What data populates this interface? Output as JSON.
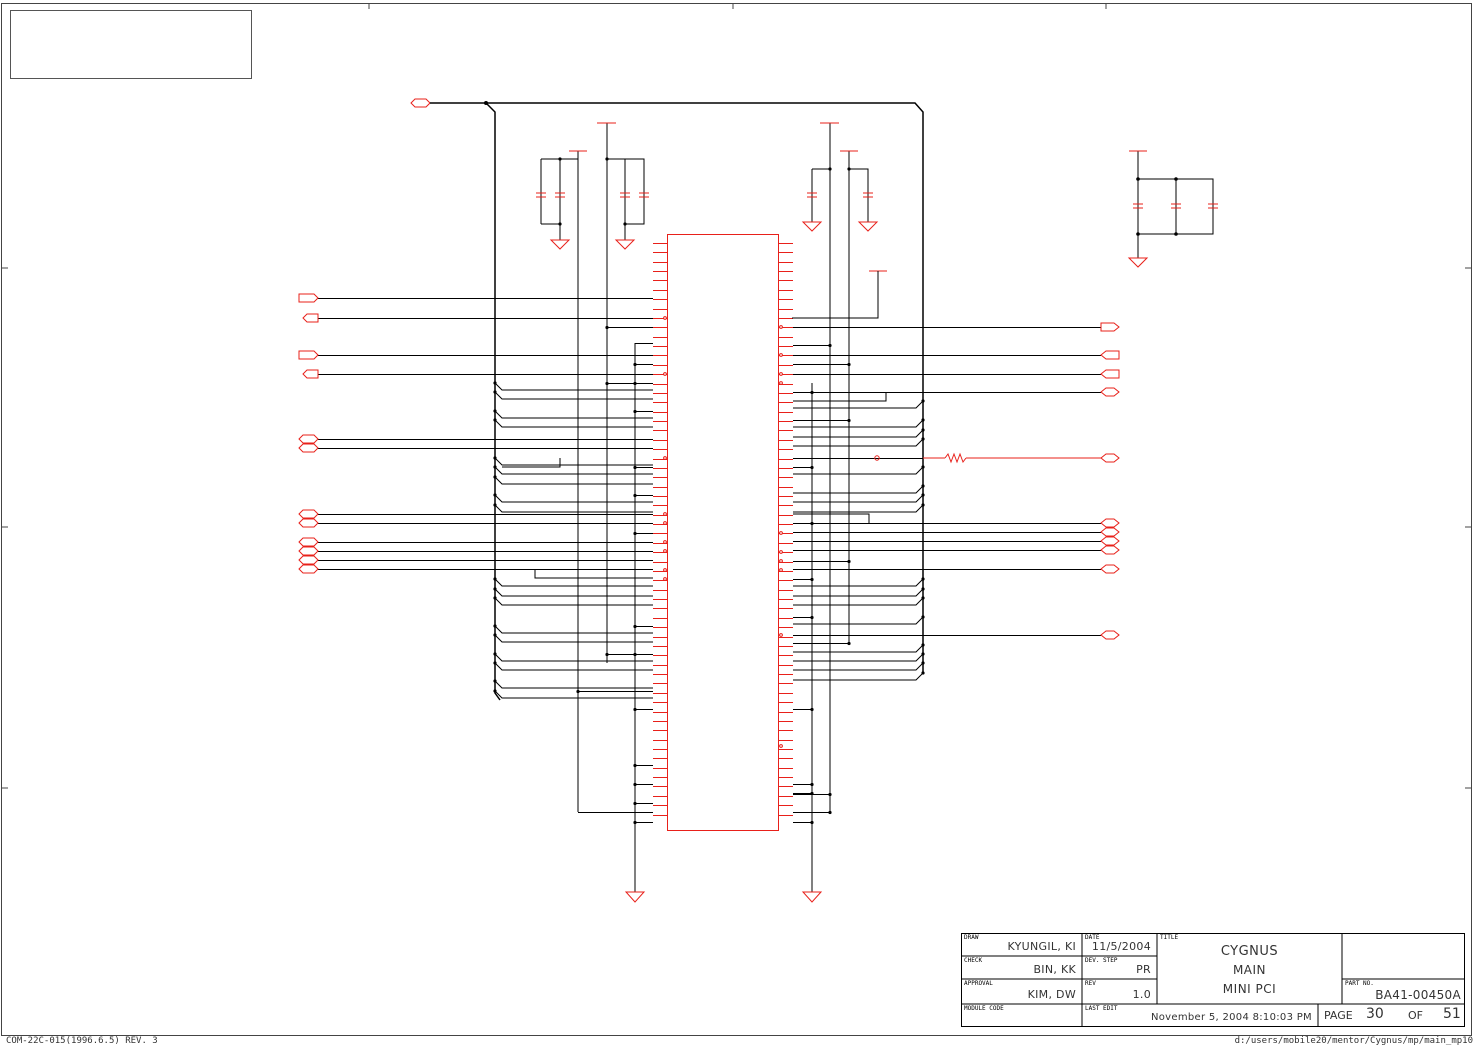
{
  "title_block": {
    "draw_header": "DRAW",
    "draw_value": "KYUNGIL, KI",
    "date_header": "DATE",
    "date_value": "11/5/2004",
    "check_header": "CHECK",
    "check_value": "BIN, KK",
    "dev_step_header": "DEV. STEP",
    "dev_step_value": "PR",
    "approval_header": "APPROVAL",
    "approval_value": "KIM, DW",
    "rev_header": "REV",
    "rev_value": "1.0",
    "module_code_header": "MODULE CODE",
    "last_edit_header": "LAST EDIT",
    "last_edit_value": "November 5, 2004  8:10:03 PM",
    "title_header": "TITLE",
    "title_line1": "CYGNUS",
    "title_line2": "MAIN",
    "title_line3": "MINI PCI",
    "part_no_header": "PART NO.",
    "part_no_value": "BA41-00450A",
    "page_label": "PAGE",
    "page_number": "30",
    "of_label": "OF",
    "page_total": "51"
  },
  "footer": {
    "form_code": "COM-22C-015(1996.6.5) REV. 3",
    "file_path": "d:/users/mobile20/mentor/Cygnus/mp/main_mp10"
  },
  "colors": {
    "component": "#e8201a",
    "wire": "#000000",
    "frame": "#444444"
  }
}
